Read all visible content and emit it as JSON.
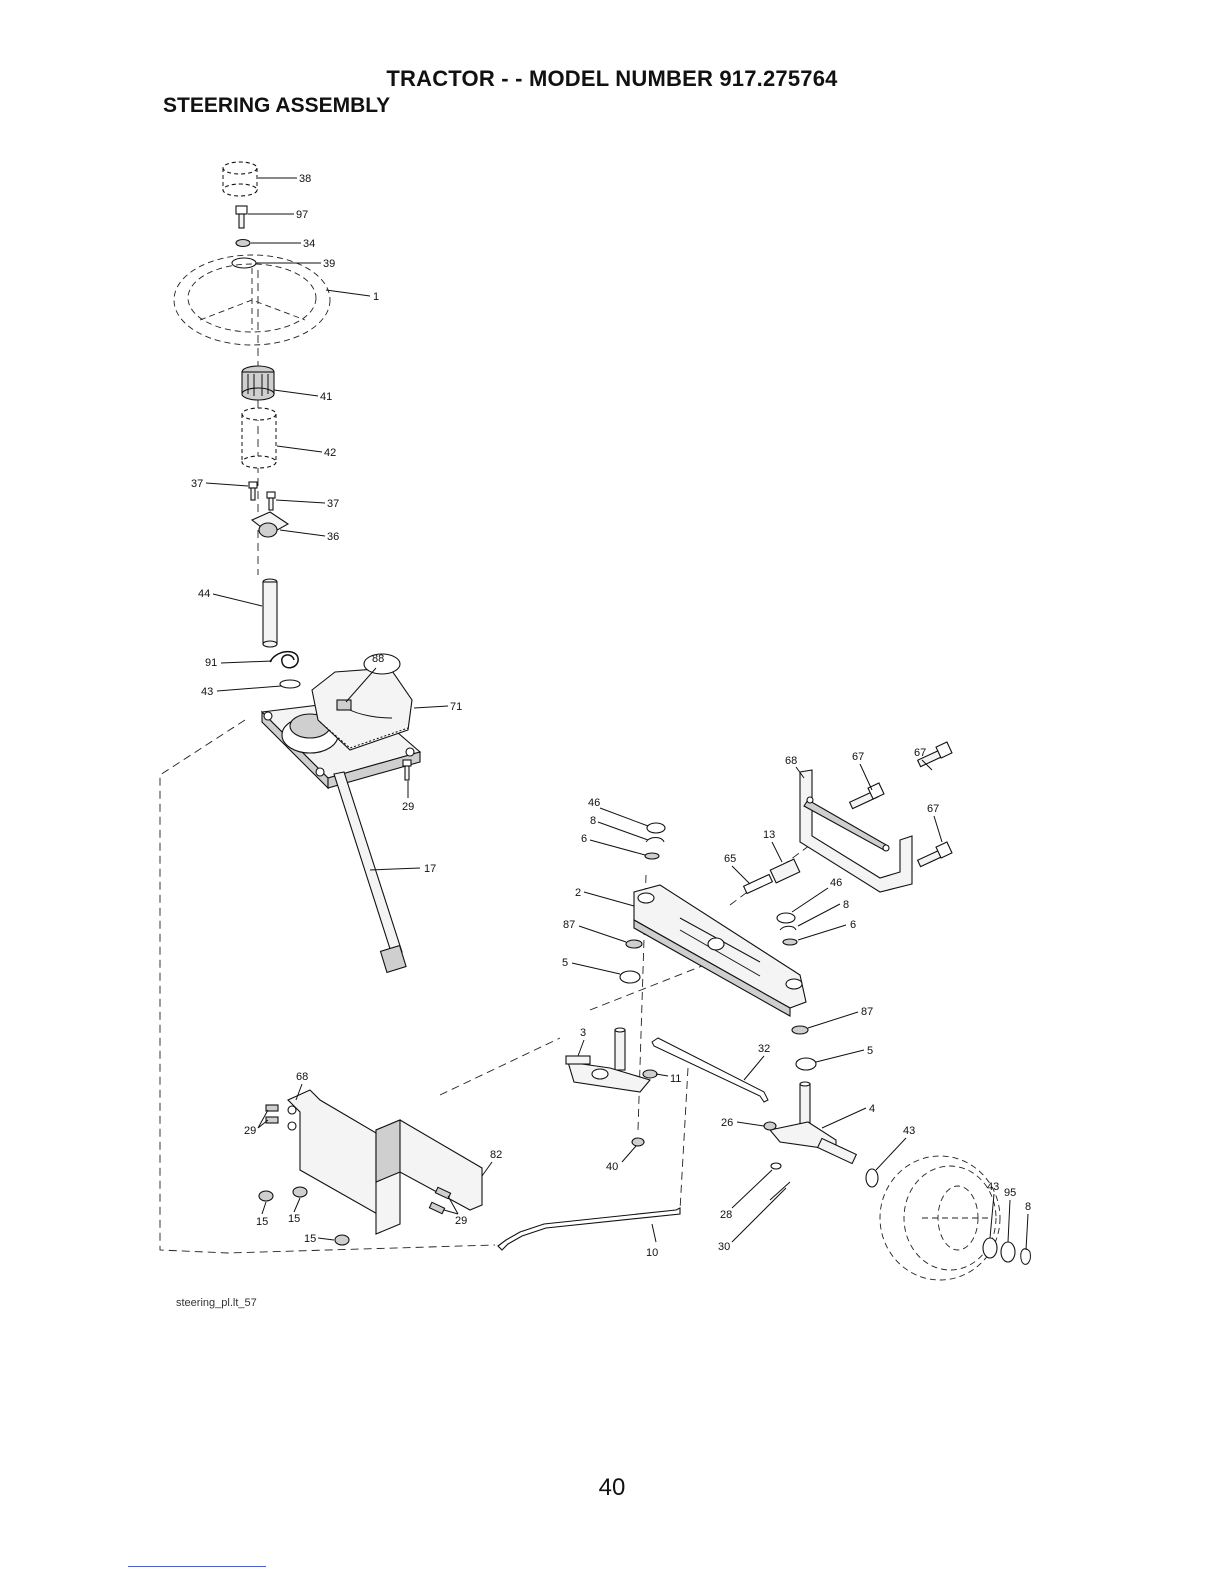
{
  "header": {
    "title": "TRACTOR - - MODEL NUMBER 917.275764",
    "subtitle": "STEERING ASSEMBLY"
  },
  "caption": "steering_pl.lt_57",
  "page_number": "40",
  "callouts": [
    "38",
    "97",
    "34",
    "39",
    "1",
    "41",
    "42",
    "37",
    "37",
    "36",
    "44",
    "91",
    "88",
    "43",
    "71",
    "29",
    "17",
    "68",
    "67",
    "67",
    "67",
    "46",
    "8",
    "6",
    "13",
    "65",
    "2",
    "46",
    "8",
    "6",
    "87",
    "5",
    "87",
    "5",
    "3",
    "32",
    "11",
    "4",
    "26",
    "43",
    "40",
    "43",
    "95",
    "8",
    "28",
    "30",
    "68",
    "29",
    "82",
    "29",
    "15",
    "15",
    "15",
    "10"
  ]
}
